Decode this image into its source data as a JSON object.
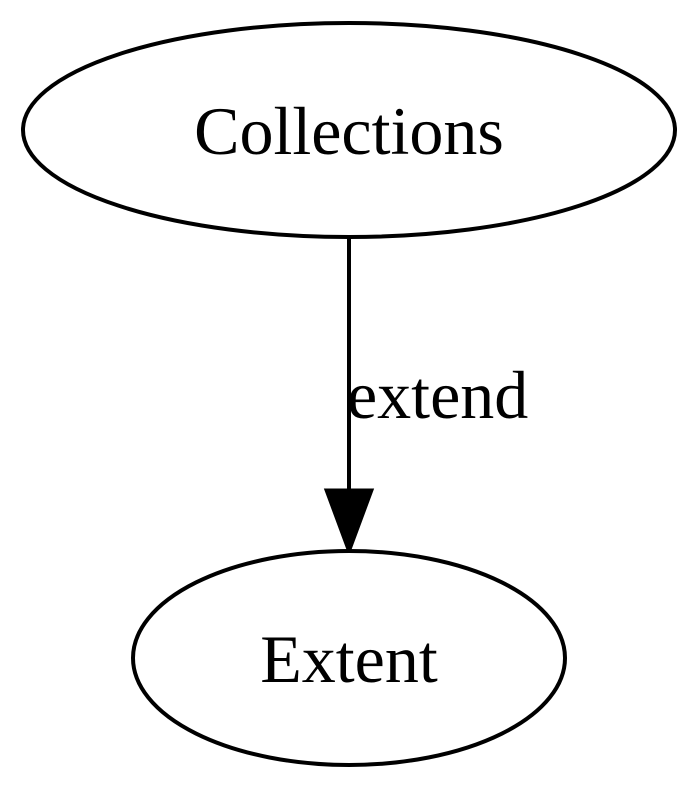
{
  "graph": {
    "nodes": [
      {
        "id": "collections",
        "label": "Collections"
      },
      {
        "id": "extent",
        "label": "Extent"
      }
    ],
    "edges": [
      {
        "from": "collections",
        "to": "extent",
        "label": "extend"
      }
    ]
  },
  "colors": {
    "stroke": "#000000",
    "fill": "#ffffff",
    "text": "#000000"
  }
}
